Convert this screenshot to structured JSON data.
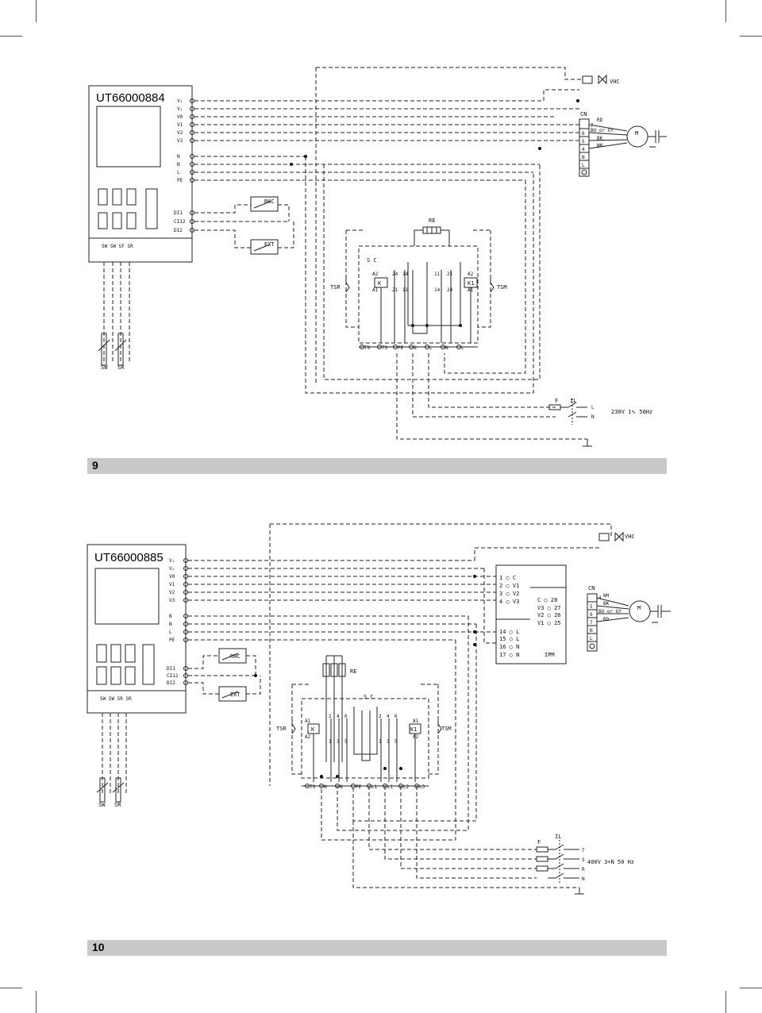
{
  "pages": [
    {
      "figure_number": "9",
      "model": "UT66000884",
      "controller": {
        "right_terminals": [
          "V₁",
          "V₂",
          "V0",
          "V1",
          "V2",
          "V3",
          "N",
          "N",
          "L",
          "PE"
        ],
        "input_terminals": [
          "DI1",
          "CI12",
          "DI2"
        ],
        "sensor_terminals_label": "SW SW SF SR"
      },
      "components": {
        "vhc": "VHC",
        "rhc": "RHC",
        "ext": "EXT",
        "re": "RE",
        "sc": "S C",
        "tsr": "TSR",
        "tsm": "TSM",
        "k": "K",
        "k1": "K1",
        "cn": "CN",
        "motor": "M",
        "fuse": "F",
        "switch": "IL"
      },
      "contacts_k": {
        "top": [
          "A2",
          "24",
          "14"
        ],
        "bottom": [
          "A1",
          "21",
          "11"
        ]
      },
      "contacts_k1": {
        "top": [
          "11",
          "21",
          "A2"
        ],
        "bottom": [
          "14",
          "24",
          "A1"
        ]
      },
      "connector": {
        "pins": [
          "7",
          "6",
          "5",
          "4",
          "N",
          "L"
        ],
        "wires": [
          "RD",
          "BU or GY",
          "BK",
          "WH"
        ]
      },
      "bottom_terminals": [
        "TS",
        "TS",
        "PE",
        "N",
        "L",
        "N",
        "L"
      ],
      "sensors": [
        "SW",
        "SR"
      ],
      "supply_lines": [
        "L",
        "N"
      ],
      "supply": "230V  1∿  50Hz"
    },
    {
      "figure_number": "10",
      "model": "UT66000885",
      "controller": {
        "right_terminals": [
          "V₁",
          "V₂",
          "V0",
          "V1",
          "V2",
          "V3",
          "N",
          "N",
          "L",
          "PE"
        ],
        "input_terminals": [
          "DI1",
          "CI12",
          "DI2"
        ],
        "sensor_terminals_label": "SW SW SR SR"
      },
      "components": {
        "vhc": "VHC",
        "rhc": "RHC",
        "ext": "EXT",
        "re": "RE",
        "sc": "S C",
        "tsr": "TSR",
        "tsm": "TSM",
        "k": "K",
        "k1": "K1",
        "cn": "CN",
        "motor": "M",
        "fuse": "F",
        "switch": "IL",
        "ipm": "IPM"
      },
      "contacts_k": {
        "top": [
          "2",
          "4",
          "6"
        ],
        "bottom": [
          "1",
          "3",
          "5"
        ],
        "coil": [
          "A1",
          "A2"
        ]
      },
      "contacts_k1": {
        "top": [
          "2",
          "4",
          "6"
        ],
        "bottom": [
          "1",
          "3",
          "5"
        ],
        "coil": [
          "A1",
          "A2"
        ]
      },
      "ipm_left": [
        "1 ○ C",
        "2 ○ V1",
        "3 ○ V2",
        "4 ○ V3",
        "14 ○ L",
        "15 ○ L",
        "16 ○ N",
        "17 ○ N"
      ],
      "ipm_right": [
        "C ○ 28",
        "V3 ○ 27",
        "V2 ○ 26",
        "V1 ○ 25"
      ],
      "connector": {
        "pins": [
          "4",
          "5",
          "6",
          "7",
          "N",
          "L"
        ],
        "wires": [
          "WH",
          "BK",
          "BU or GY",
          "RD"
        ]
      },
      "bottom_terminals": [
        "TS",
        "N",
        "N",
        "PE",
        "L1",
        "L1",
        "L2",
        "L3"
      ],
      "sensors": [
        "SW",
        "SR"
      ],
      "supply_lines": [
        "T",
        "S",
        "R",
        "N"
      ],
      "supply": "400V  3+N  50 Hz"
    }
  ]
}
